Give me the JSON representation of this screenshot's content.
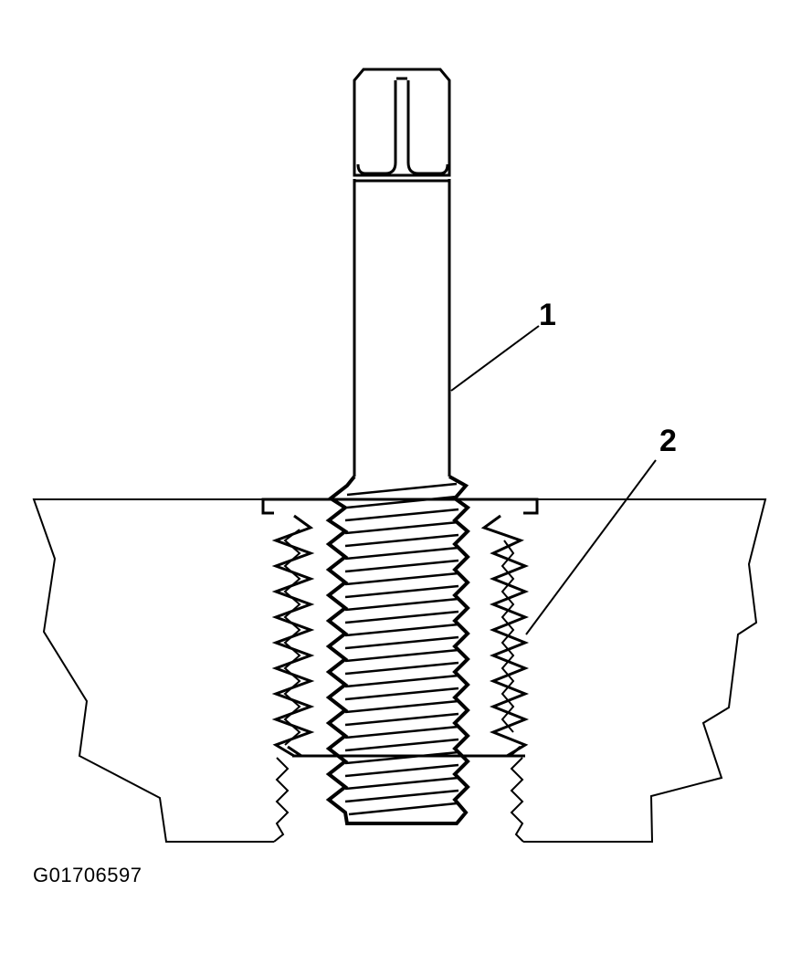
{
  "callouts": {
    "tool": "1",
    "insert": "2"
  },
  "figure_id": "G01706597",
  "colors": {
    "ink": "#000000",
    "paper": "#ffffff"
  }
}
